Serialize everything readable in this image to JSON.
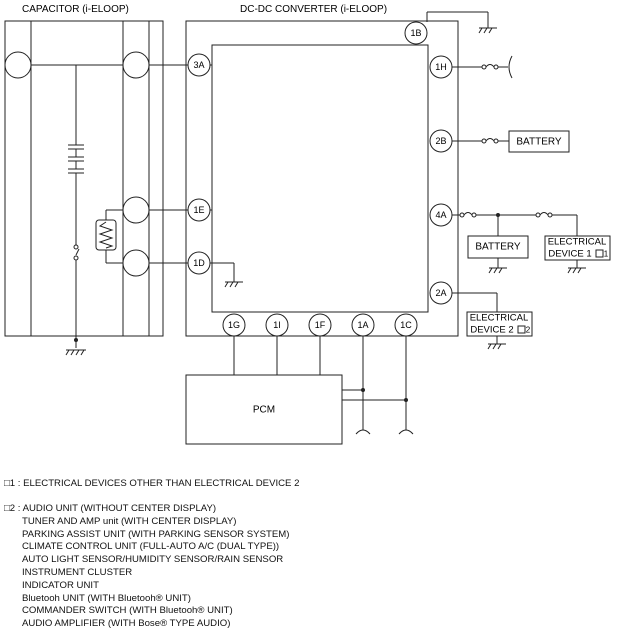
{
  "labels": {
    "capacitor_title": "CAPACITOR (i-ELOOP)",
    "converter_title": "DC-DC CONVERTER (i-ELOOP)",
    "battery_right": "BATTERY",
    "battery_mid": "BATTERY",
    "elec_dev1_line1": "ELECTRICAL",
    "elec_dev1_line2": "DEVICE 1",
    "elec_dev2_line1": "ELECTRICAL",
    "elec_dev2_line2": "DEVICE 2",
    "pcm": "PCM",
    "note_mark_1": "1",
    "note_mark_2": "2"
  },
  "pins": {
    "p3A": "3A",
    "p1E": "1E",
    "p1D": "1D",
    "p1B": "1B",
    "p1H": "1H",
    "p2B": "2B",
    "p4A": "4A",
    "p2A": "2A",
    "p1G": "1G",
    "p1I": "1I",
    "p1F": "1F",
    "p1A": "1A",
    "p1C": "1C"
  },
  "notes": {
    "note1": "□1 : ELECTRICAL DEVICES OTHER THAN ELECTRICAL DEVICE 2",
    "note2_head": "□2 : AUDIO UNIT (WITHOUT CENTER DISPLAY)",
    "note2_items": [
      "TUNER AND AMP unit (WITH CENTER DISPLAY)",
      "PARKING ASSIST UNIT (WITH PARKING SENSOR SYSTEM)",
      "CLIMATE CONTROL UNIT (FULL-AUTO A/C (DUAL TYPE))",
      "AUTO LIGHT SENSOR/HUMIDITY SENSOR/RAIN SENSOR",
      "INSTRUMENT CLUSTER",
      "INDICATOR UNIT",
      "Bluetooh UNIT (WITH Bluetooh® UNIT)",
      "COMMANDER SWITCH (WITH Bluetooh® UNIT)",
      "AUDIO AMPLIFIER (WITH Bose® TYPE AUDIO)"
    ]
  }
}
